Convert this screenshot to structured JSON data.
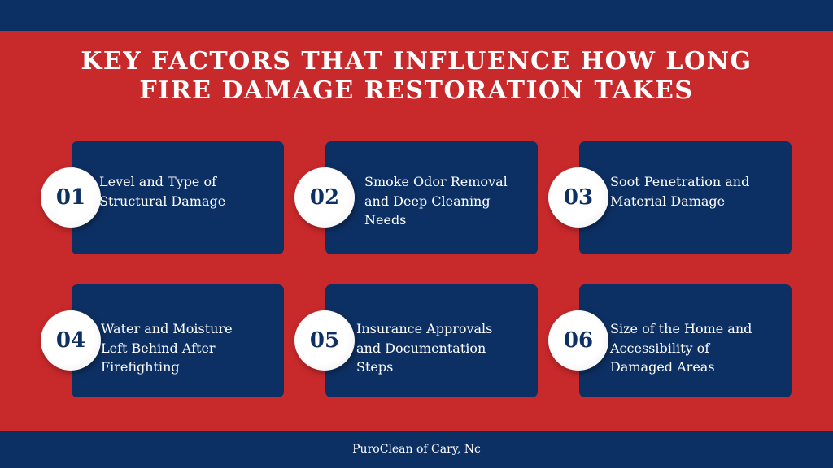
{
  "title": {
    "line1": "KEY FACTORS THAT INFLUENCE HOW LONG",
    "line2": "FIRE DAMAGE RESTORATION TAKES"
  },
  "factors": [
    {
      "number": "01",
      "text": "Level and Type of Structural Damage"
    },
    {
      "number": "02",
      "text": "Smoke Odor Removal and Deep Cleaning Needs"
    },
    {
      "number": "03",
      "text": "Soot Penetration and Material Damage"
    },
    {
      "number": "04",
      "text": "Water and Moisture Left Behind After Firefighting"
    },
    {
      "number": "05",
      "text": "Insurance Approvals and Documentation Steps"
    },
    {
      "number": "06",
      "text": "Size of the Home and Accessibility of Damaged Areas"
    }
  ],
  "footer": "PuroClean of Cary, Nc",
  "colors": {
    "navy": "#0d3064",
    "red": "#c8292b"
  }
}
